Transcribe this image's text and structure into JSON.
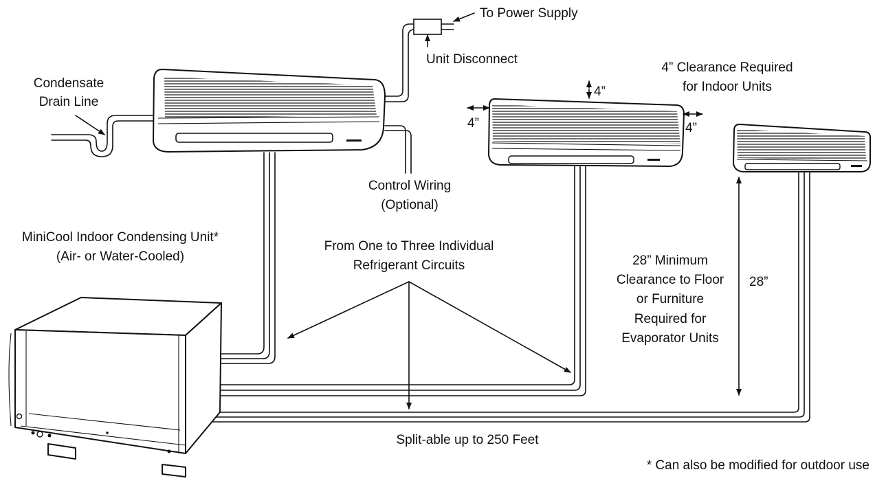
{
  "labels": {
    "power_supply": "To Power Supply",
    "unit_disconnect": "Unit Disconnect",
    "condensate_1": "Condensate",
    "condensate_2": "Drain Line",
    "clearance_indoor_1": "4” Clearance Required",
    "clearance_indoor_2": "for Indoor Units",
    "dim_top": "4”",
    "dim_left": "4”",
    "dim_right": "4”",
    "control_wiring_1": "Control Wiring",
    "control_wiring_2": "(Optional)",
    "condensing_unit_1": "MiniCool Indoor Condensing Unit*",
    "condensing_unit_2": "(Air- or Water-Cooled)",
    "circuits_1": "From One to Three Individual",
    "circuits_2": "Refrigerant Circuits",
    "min_clear_1": "28” Minimum",
    "min_clear_2": "Clearance to Floor",
    "min_clear_3": "or Furniture",
    "min_clear_4": "Required for",
    "min_clear_5": "Evaporator Units",
    "dim_28": "28”",
    "splitable": "Split-able up to 250 Feet",
    "footnote": "* Can also be modified for outdoor use"
  }
}
